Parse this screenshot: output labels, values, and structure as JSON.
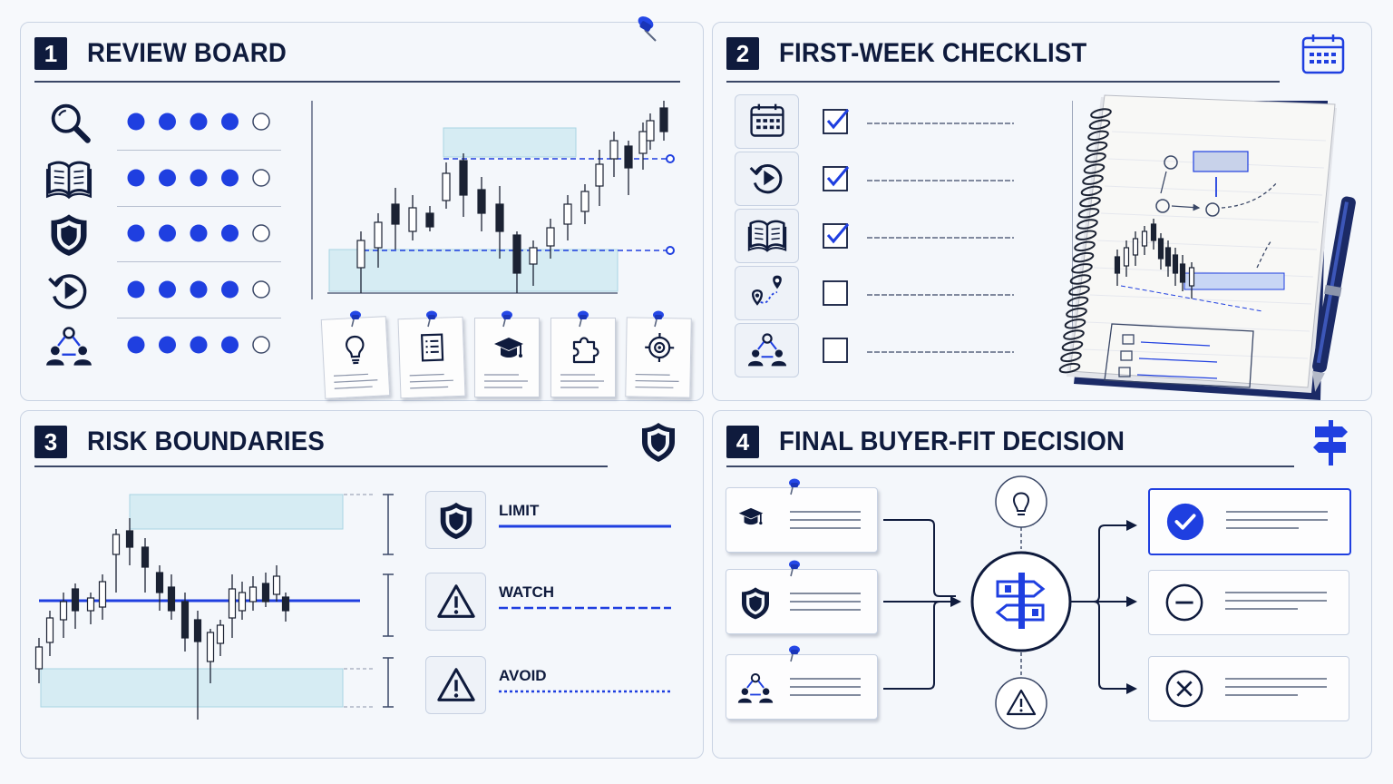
{
  "panels": {
    "p1": {
      "number": "1",
      "title": "REVIEW BOARD"
    },
    "p2": {
      "number": "2",
      "title": "FIRST-WEEK CHECKLIST"
    },
    "p3": {
      "number": "3",
      "title": "RISK BOUNDARIES"
    },
    "p4": {
      "number": "4",
      "title": "FINAL BUYER-FIT DECISION"
    }
  },
  "review_board": {
    "rows": [
      {
        "icon": "magnifier-icon",
        "rating": 4,
        "max": 5
      },
      {
        "icon": "open-book-icon",
        "rating": 4,
        "max": 5
      },
      {
        "icon": "shield-icon",
        "rating": 4,
        "max": 5
      },
      {
        "icon": "replay-icon",
        "rating": 4,
        "max": 5
      },
      {
        "icon": "team-network-icon",
        "rating": 4,
        "max": 5
      }
    ],
    "notes": [
      "lightbulb-icon",
      "document-list-icon",
      "graduation-cap-icon",
      "puzzle-icon",
      "target-icon"
    ]
  },
  "checklist": {
    "items": [
      {
        "icon": "calendar-icon",
        "checked": true
      },
      {
        "icon": "replay-icon",
        "checked": true
      },
      {
        "icon": "open-book-icon",
        "checked": true
      },
      {
        "icon": "route-pin-icon",
        "checked": false
      },
      {
        "icon": "team-network-icon",
        "checked": false
      }
    ]
  },
  "risk": {
    "levels": [
      {
        "label": "LIMIT",
        "icon": "shield-icon",
        "line": "solid"
      },
      {
        "label": "WATCH",
        "icon": "warning-icon",
        "line": "dashed"
      },
      {
        "label": "AVOID",
        "icon": "warning-icon",
        "line": "dotted"
      }
    ]
  },
  "decision": {
    "inputs": [
      "graduation-cap-icon",
      "shield-icon",
      "team-network-icon"
    ],
    "hub": "signpost-icon",
    "outcomes": [
      "check-circle-icon",
      "minus-circle-icon",
      "x-circle-icon"
    ]
  },
  "colors": {
    "accent": "#1f3fe0",
    "navy": "#0f1b3d",
    "zone": "#d6ecf3",
    "panel": "#f4f7fb"
  }
}
